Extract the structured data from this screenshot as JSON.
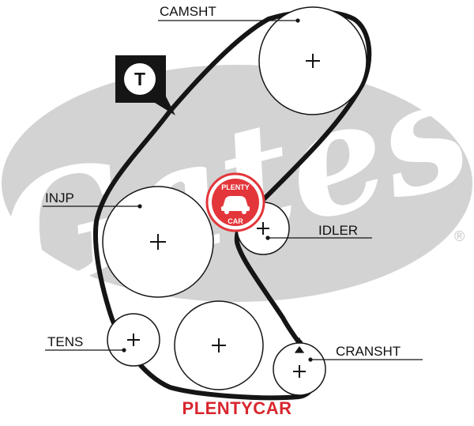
{
  "diagram": {
    "labels": {
      "camshaft": "CAMSHT",
      "injection_pump": "INJP",
      "idler": "IDLER",
      "tensioner": "TENS",
      "crankshaft": "CRANSHT",
      "tension_marker": "T"
    },
    "watermark": {
      "brand_text": "Gates",
      "badge_top": "PLENTY",
      "badge_bottom": "CAR",
      "registered": "®"
    },
    "footer_brand": "PLENTYCAR"
  },
  "colors": {
    "belt": "#151515",
    "watermark_gray": "#d3d3d3",
    "badge_red": "#e3363b",
    "brand_red": "#d8262e"
  }
}
